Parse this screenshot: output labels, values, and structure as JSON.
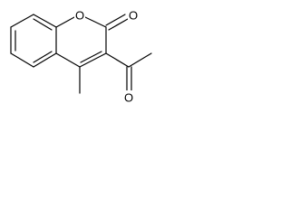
{
  "molecule": {
    "atoms": {
      "ring_oxygen": "O",
      "carbonyl_oxygen": "O",
      "acetyl_oxygen": "O"
    }
  },
  "colors": {
    "bond": "#000000",
    "background": "#ffffff"
  }
}
